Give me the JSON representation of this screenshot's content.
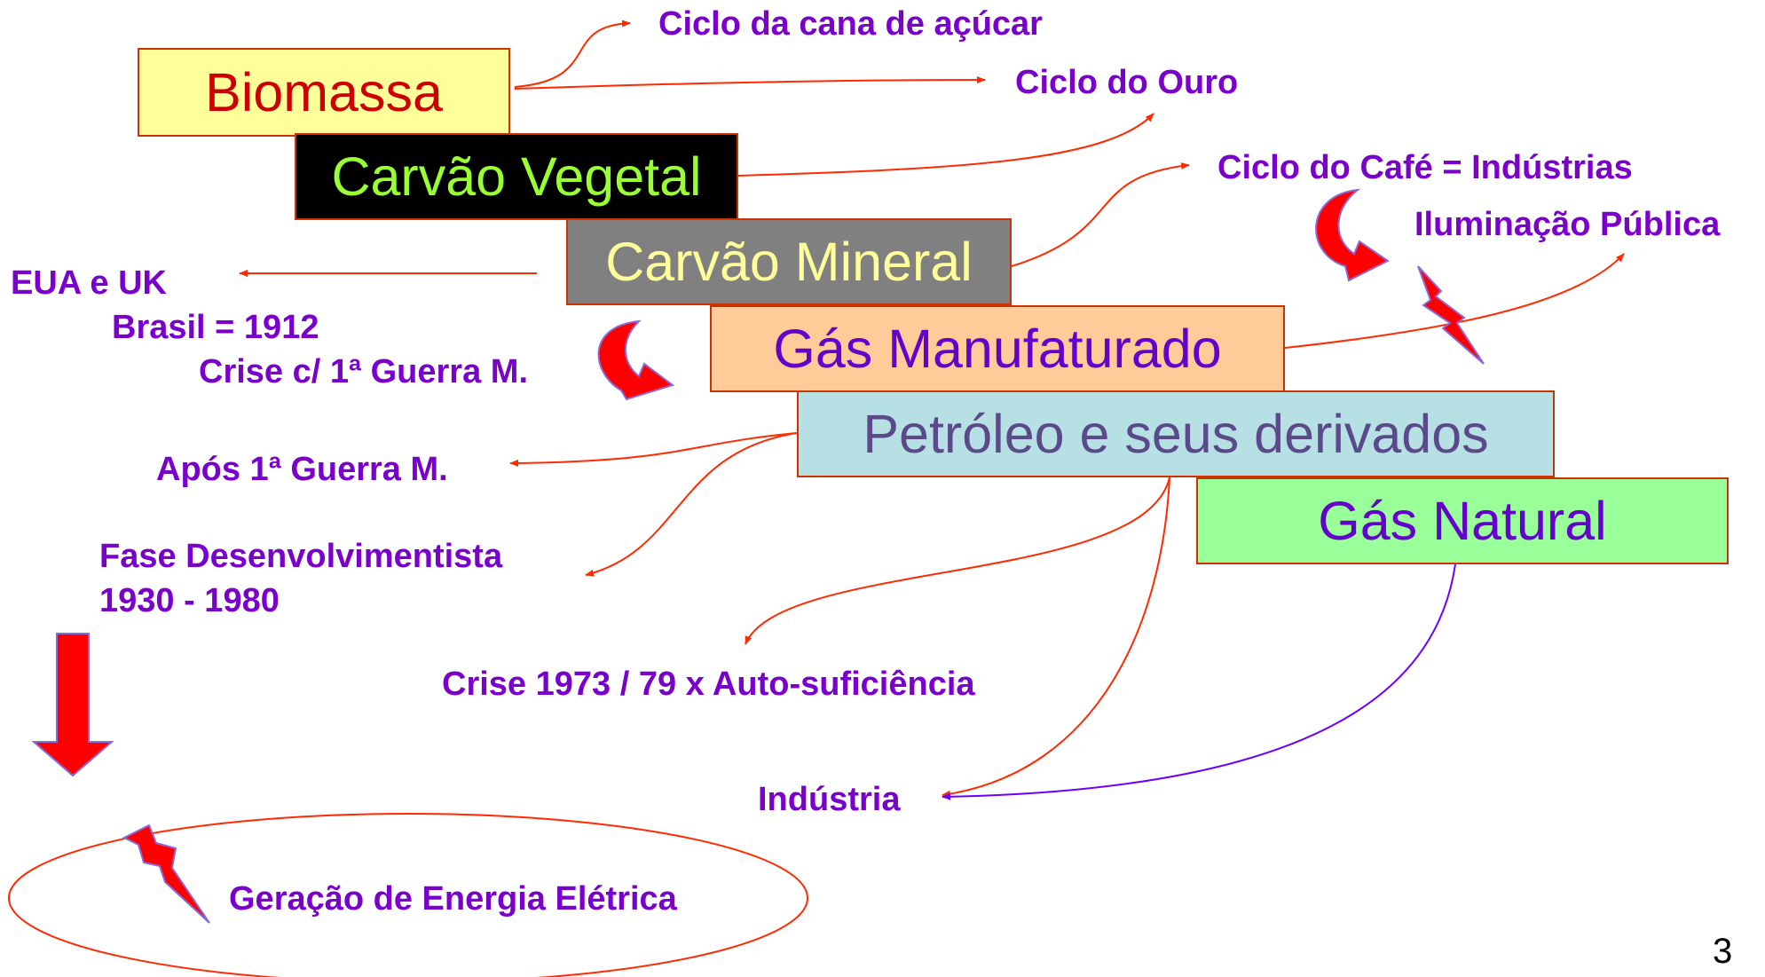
{
  "boxes": {
    "biomassa": "Biomassa",
    "carvao_vegetal": "Carvão Vegetal",
    "carvao_mineral": "Carvão Mineral",
    "gas_manufaturado": "Gás Manufaturado",
    "petroleo": "Petróleo e seus derivados",
    "gas_natural": "Gás Natural"
  },
  "labels": {
    "ciclo_cana": "Ciclo da cana de açúcar",
    "ciclo_ouro": "Ciclo do Ouro",
    "ciclo_cafe": "Ciclo do Café = Indústrias",
    "iluminacao": "Iluminação Pública",
    "eua_uk": "EUA e UK",
    "brasil_1912": "Brasil = 1912",
    "crise_guerra": "Crise c/ 1ª Guerra M.",
    "apos_guerra": "Após 1ª Guerra M.",
    "fase_dev_1": "Fase Desenvolvimentista",
    "fase_dev_2": "1930 - 1980",
    "crise_1973": "Crise 1973 / 79 x Auto-suficiência",
    "industria": "Indústria",
    "geracao": "Geração de Energia Elétrica"
  },
  "page_number": "3",
  "colors": {
    "label_text": "#7a00cc",
    "connector_red": "#ff2a00",
    "connector_purple": "#6a00ff",
    "biomassa_bg": "#ffff99",
    "biomassa_text": "#cc0000",
    "carvao_vegetal_bg": "#000000",
    "carvao_vegetal_text": "#99ff33",
    "carvao_mineral_bg": "#808080",
    "carvao_mineral_text": "#ffff99",
    "gas_manufaturado_bg": "#ffcc99",
    "gas_manufaturado_text": "#6600cc",
    "petroleo_bg": "#b7e0e5",
    "petroleo_text": "#5a4a8a",
    "gas_natural_bg": "#99ff99",
    "gas_natural_text": "#6600cc"
  }
}
